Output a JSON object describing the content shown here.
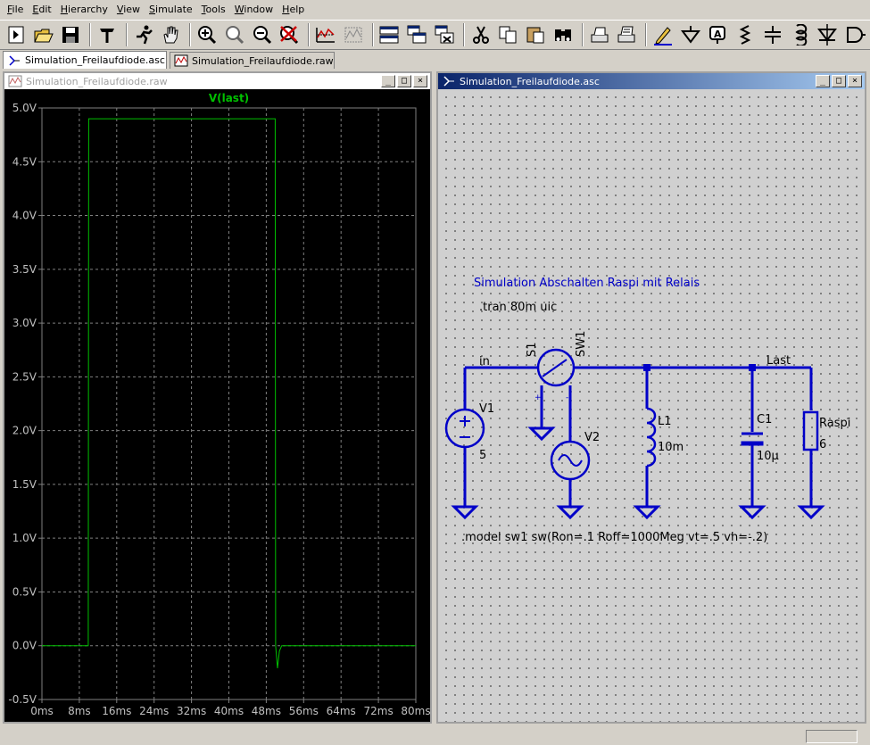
{
  "menu": [
    "File",
    "Edit",
    "Hierarchy",
    "View",
    "Simulate",
    "Tools",
    "Window",
    "Help"
  ],
  "tabs": [
    {
      "label": "Simulation_Freilaufdiode.asc",
      "icon": "schematic-icon"
    },
    {
      "label": "Simulation_Freilaufdiode.raw",
      "icon": "waveform-icon"
    }
  ],
  "toolbar_icons": [
    "new-schematic-icon",
    "open-icon",
    "save-icon",
    "control-panel-icon",
    "run-icon",
    "halt-icon",
    "zoom-in-icon",
    "zoom-full-icon",
    "zoom-out-icon",
    "zoom-cancel-icon",
    "autorange-icon",
    "fft-icon",
    "tile-horizontal-icon",
    "cascade-icon",
    "close-window-icon",
    "cut-icon",
    "copy-icon",
    "paste-icon",
    "find-icon",
    "print-setup-icon",
    "print-icon",
    "text-icon",
    "ground-icon",
    "label-icon",
    "resistor-icon",
    "capacitor-icon",
    "inductor-icon",
    "diode-icon",
    "component-icon"
  ],
  "plot_window": {
    "title": "Simulation_Freilaufdiode.raw",
    "colors": {
      "trace": "#00c000",
      "grid": "#808080",
      "axis_text": "#c0c0c0"
    }
  },
  "schematic_window": {
    "title": "Simulation_Freilaufdiode.asc",
    "title_text": "Simulation Abschalten Raspi mit Relais",
    "tran": ".tran 80m uic",
    "model": ".model sw1 sw(Ron=.1 Roff=1000Meg vt=.5 vh=-.2)",
    "nets": {
      "in": "in",
      "last": "Last"
    },
    "components": [
      {
        "name": "V1",
        "value": "5"
      },
      {
        "name": "S1",
        "value": "SW1"
      },
      {
        "name": "V2",
        "value": ""
      },
      {
        "name": "L1",
        "value": "10m"
      },
      {
        "name": "C1",
        "value": "10µ"
      },
      {
        "name": "Raspi",
        "value": "6"
      }
    ],
    "colors": {
      "wire": "#0000c8",
      "text": "#000000",
      "title_text": "#0000c8"
    }
  },
  "chart_data": {
    "type": "line",
    "title": "V(last)",
    "xlabel": "",
    "ylabel": "",
    "xlim": [
      0,
      80
    ],
    "ylim": [
      -0.5,
      5.0
    ],
    "x_ticks": [
      "0ms",
      "8ms",
      "16ms",
      "24ms",
      "32ms",
      "40ms",
      "48ms",
      "56ms",
      "64ms",
      "72ms",
      "80ms"
    ],
    "y_ticks": [
      "5.0V",
      "4.5V",
      "4.0V",
      "3.5V",
      "3.0V",
      "2.5V",
      "2.0V",
      "1.5V",
      "1.0V",
      "0.5V",
      "0.0V",
      "-0.5V"
    ],
    "grid": true,
    "series": [
      {
        "name": "V(last)",
        "x": [
          0,
          9.9,
          10.0,
          49.9,
          50.0,
          50.4,
          50.8,
          51.3,
          52.0,
          80
        ],
        "y": [
          0,
          0,
          4.9,
          4.9,
          0,
          -0.21,
          -0.05,
          0.0,
          0.0,
          0.0
        ]
      }
    ]
  }
}
